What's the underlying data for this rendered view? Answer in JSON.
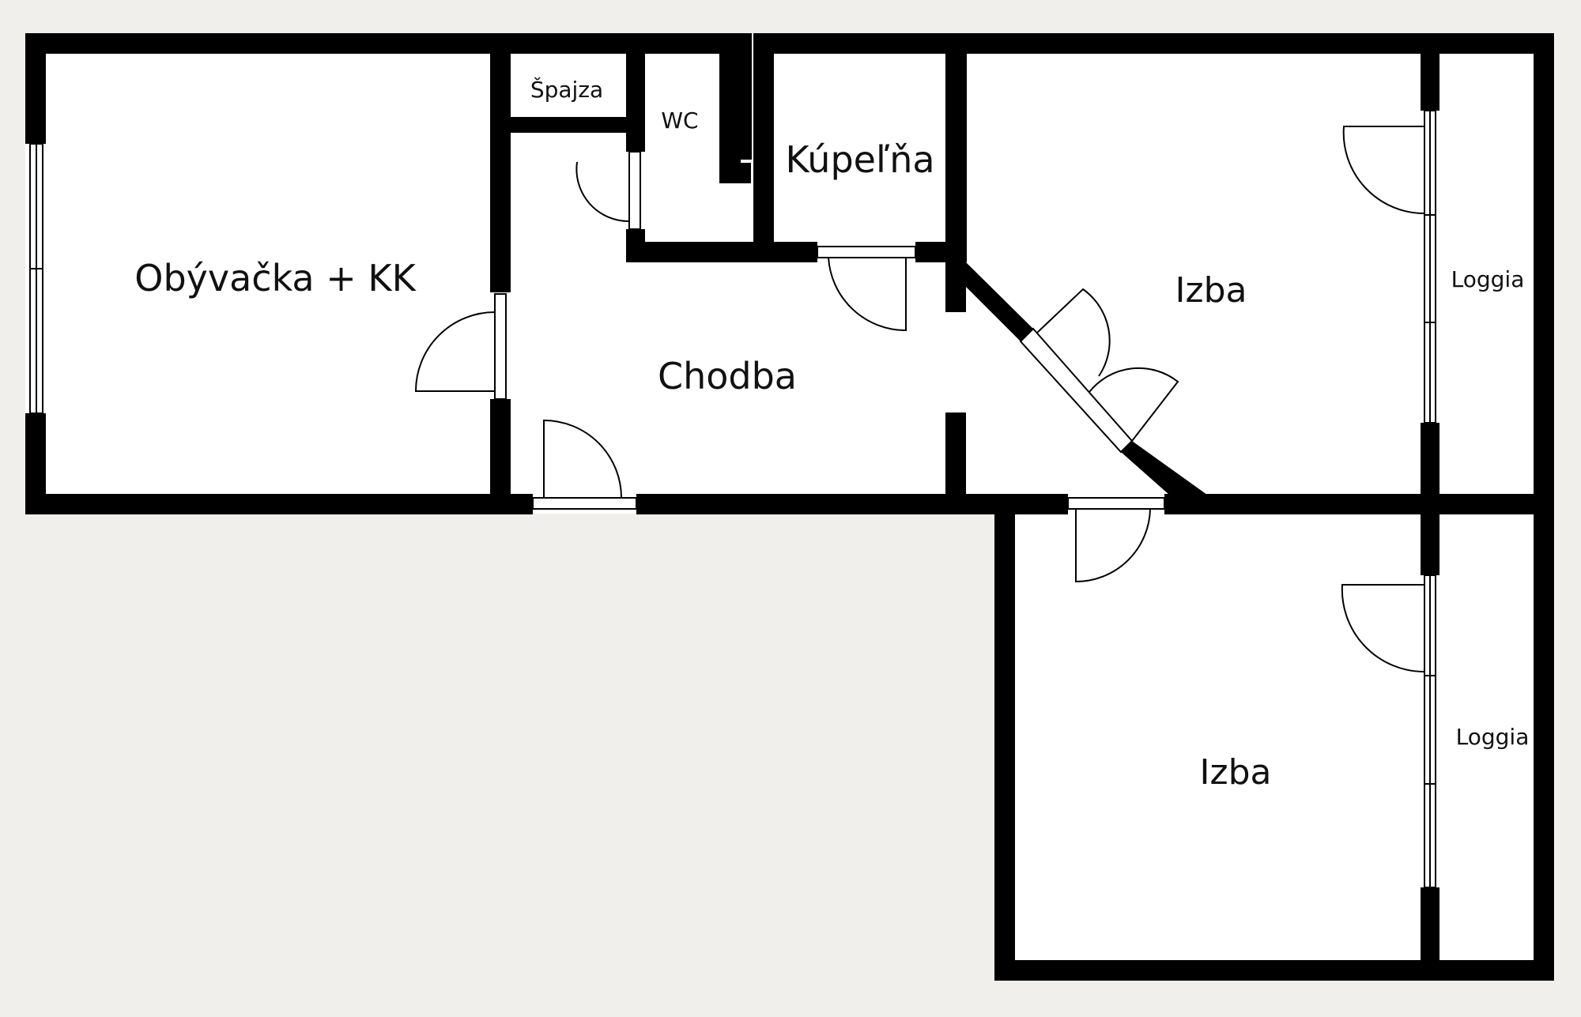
{
  "rooms": {
    "living": "Obývačka + KK",
    "pantry": "Špajza",
    "wc": "WC",
    "bathroom": "Kúpeľňa",
    "hallway": "Chodba",
    "room_top": "Izba",
    "room_bottom": "Izba",
    "loggia_top": "Loggia",
    "loggia_bottom": "Loggia"
  },
  "colors": {
    "background": "#f0efec",
    "floor": "#ffffff",
    "wall": "#000000"
  }
}
